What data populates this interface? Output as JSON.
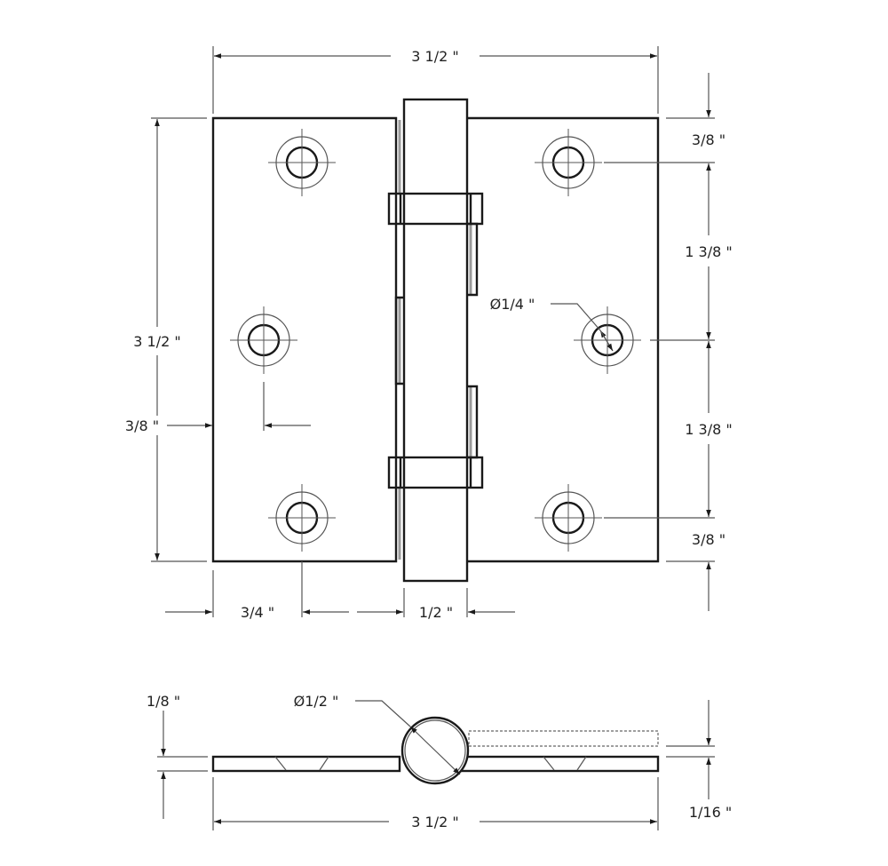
{
  "drawing": {
    "title": "Ball bearing butt hinge dimensional drawing",
    "colors": {
      "line": "#1a1a1a",
      "dimension": "#555555",
      "background": "#ffffff"
    },
    "front_view": {
      "overall_width": "3 1/2 \"",
      "overall_height": "3 1/2 \"",
      "hole_edge_offset_left": "3/8 \"",
      "hole_offset_from_edge_bottom": "3/4 \"",
      "knuckle_width": "1/2 \"",
      "hole_diameter": "Ø1/4 \"",
      "right_dims": {
        "top_edge_to_hole": "3/8 \"",
        "hole_spacing_upper": "1 3/8 \"",
        "hole_spacing_lower": "1 3/8 \"",
        "bottom_hole_to_edge": "3/8 \""
      }
    },
    "end_view": {
      "leaf_thickness_left": "1/8 \"",
      "barrel_diameter": "Ø1/2 \"",
      "overall_width": "3 1/2 \"",
      "leaf_thickness_right": "1/16 \""
    }
  }
}
